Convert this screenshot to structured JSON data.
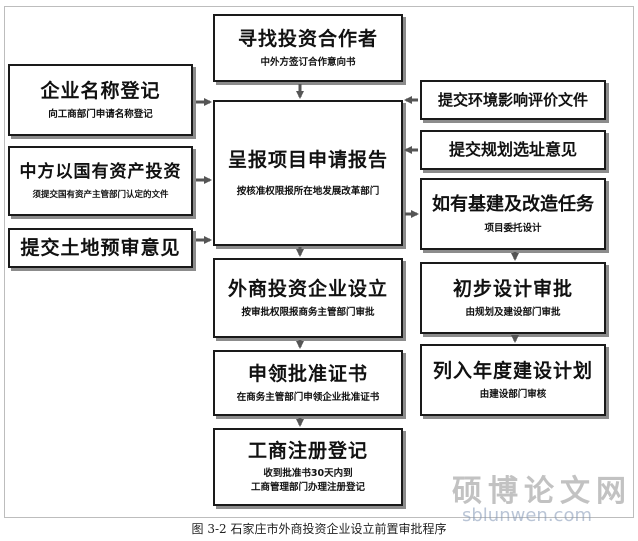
{
  "diagram": {
    "nodes": {
      "find_investor": {
        "title": "寻找投资合作者",
        "subtitle": "中外方签订合作意向书"
      },
      "name_registration": {
        "title": "企业名称登记",
        "subtitle": "向工商部门申请名称登记"
      },
      "state_assets": {
        "title": "中方以国有资产投资",
        "subtitle": "须提交国有资产主管部门认定的文件"
      },
      "land_opinion": {
        "title": "提交土地预审意见",
        "subtitle": ""
      },
      "submit_report": {
        "title": "呈报项目申请报告",
        "subtitle": "按核准权限报所在地发展改革部门"
      },
      "env_assessment": {
        "title": "提交环境影响评价文件",
        "subtitle": ""
      },
      "planning_opinion": {
        "title": "提交规划选址意见",
        "subtitle": ""
      },
      "construction_task": {
        "title": "如有基建及改造任务",
        "subtitle": "项目委托设计"
      },
      "enterprise_setup": {
        "title": "外商投资企业设立",
        "subtitle": "按审批权限报商务主管部门审批"
      },
      "preliminary_design": {
        "title": "初步设计审批",
        "subtitle": "由规划及建设部门审批"
      },
      "approval_certificate": {
        "title": "申领批准证书",
        "subtitle": "在商务主管部门申领企业批准证书"
      },
      "annual_plan": {
        "title": "列入年度建设计划",
        "subtitle": "由建设部门审核"
      },
      "business_registration": {
        "title": "工商注册登记",
        "subtitle": "收到批准书30天内到",
        "subtitle2": "工商管理部门办理注册登记"
      }
    },
    "caption": "图 3-2 石家庄市外商投资企业设立前置审批程序"
  },
  "watermark": {
    "cn": "硕博论文网",
    "en": "sblunwen.com"
  },
  "colors": {
    "border": "#1a1a1a",
    "shadow": "#8c8c8c",
    "arrow": "#555555"
  }
}
